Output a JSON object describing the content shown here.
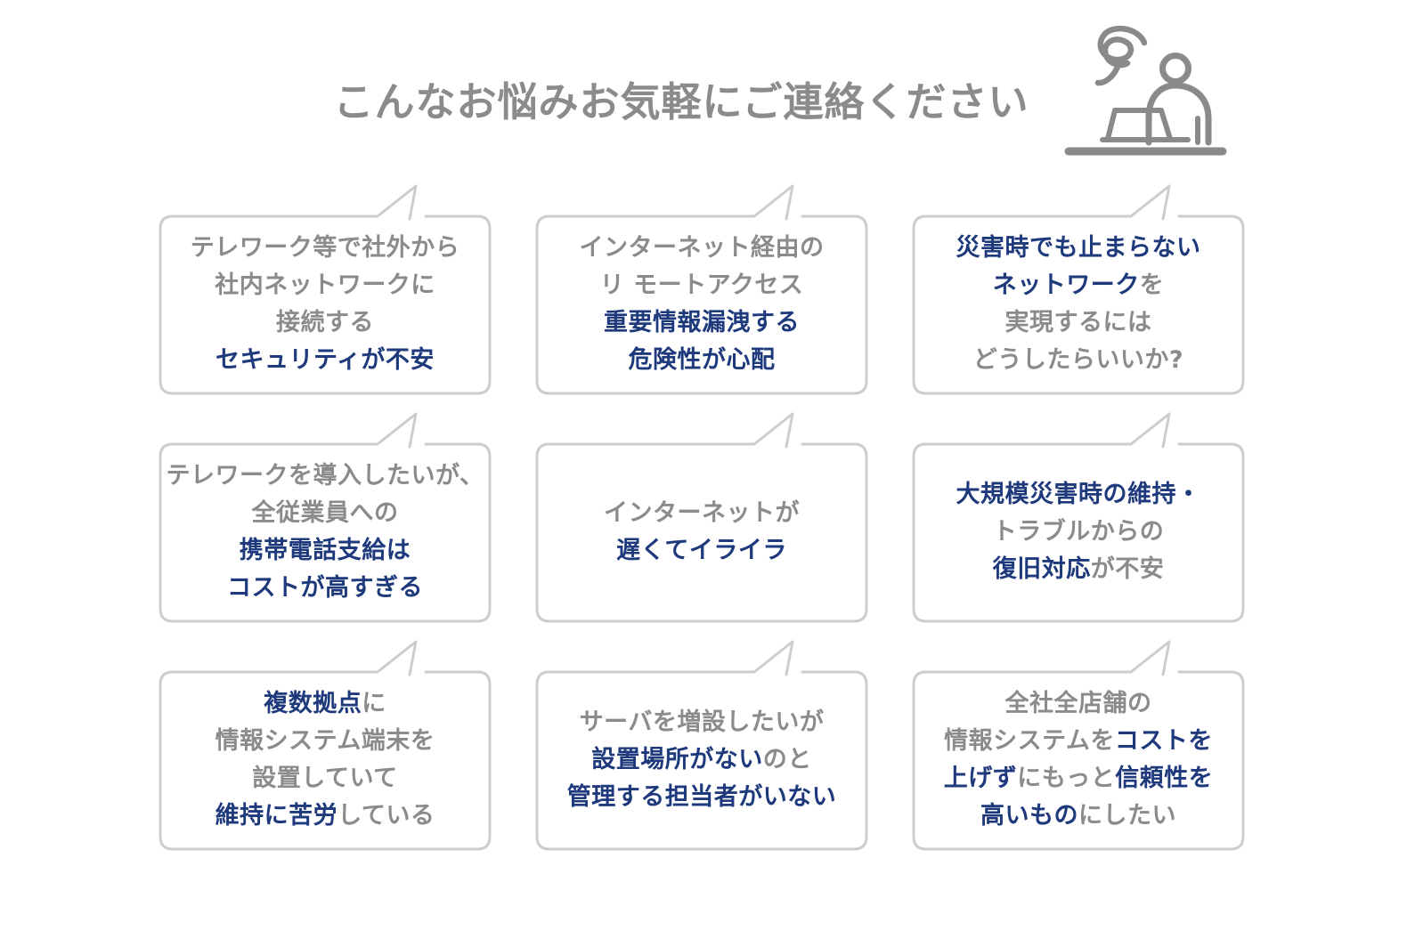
{
  "header": {
    "title": "こんなお悩みお気軽にご連絡ください"
  },
  "icon": {
    "name": "confused-person-at-laptop-icon"
  },
  "colors": {
    "background": "#ffffff",
    "text_gray": "#8b8b8b",
    "text_navy": "#1e3a7c",
    "bubble_border": "#cdcdcd",
    "icon_gray": "#8a8a8a"
  },
  "bubbles": [
    {
      "lines": [
        [
          {
            "text": "テレワーク等で社外から",
            "em": false
          }
        ],
        [
          {
            "text": "社内ネットワークに",
            "em": false
          }
        ],
        [
          {
            "text": "接続する",
            "em": false
          }
        ],
        [
          {
            "text": "セキュリティが不安",
            "em": true
          }
        ]
      ]
    },
    {
      "lines": [
        [
          {
            "text": "インターネット経由の",
            "em": false
          }
        ],
        [
          {
            "text": "リ モートアクセス",
            "em": false
          }
        ],
        [
          {
            "text": "重要情報漏洩する",
            "em": true
          }
        ],
        [
          {
            "text": "危険性が心配",
            "em": true
          }
        ]
      ]
    },
    {
      "lines": [
        [
          {
            "text": "災害時でも止まらない",
            "em": true
          }
        ],
        [
          {
            "text": "ネットワーク",
            "em": true
          },
          {
            "text": "を",
            "em": false
          }
        ],
        [
          {
            "text": "実現するには",
            "em": false
          }
        ],
        [
          {
            "text": "どうしたらいいか?",
            "em": false
          }
        ]
      ]
    },
    {
      "lines": [
        [
          {
            "text": "テレワークを導入したいが、",
            "em": false
          }
        ],
        [
          {
            "text": "全従業員への",
            "em": false
          }
        ],
        [
          {
            "text": "携帯電話支給は",
            "em": true
          }
        ],
        [
          {
            "text": "コストが高すぎる",
            "em": true
          }
        ]
      ]
    },
    {
      "lines": [
        [
          {
            "text": "インターネットが",
            "em": false
          }
        ],
        [
          {
            "text": "遅くてイライラ",
            "em": true
          }
        ]
      ]
    },
    {
      "lines": [
        [
          {
            "text": "大規模災害時の維持・",
            "em": true
          }
        ],
        [
          {
            "text": "トラブルからの",
            "em": false
          }
        ],
        [
          {
            "text": "復旧対応",
            "em": true
          },
          {
            "text": "が不安",
            "em": false
          }
        ]
      ]
    },
    {
      "lines": [
        [
          {
            "text": "複数拠点",
            "em": true
          },
          {
            "text": "に",
            "em": false
          }
        ],
        [
          {
            "text": "情報システム端末を",
            "em": false
          }
        ],
        [
          {
            "text": "設置していて",
            "em": false
          }
        ],
        [
          {
            "text": "維持に苦労",
            "em": true
          },
          {
            "text": "している",
            "em": false
          }
        ]
      ]
    },
    {
      "lines": [
        [
          {
            "text": "サーバを増設したいが",
            "em": false
          }
        ],
        [
          {
            "text": "設置場所がない",
            "em": true
          },
          {
            "text": "のと",
            "em": false
          }
        ],
        [
          {
            "text": "管理する担当者がいない",
            "em": true
          }
        ]
      ]
    },
    {
      "lines": [
        [
          {
            "text": "全社全店舗の",
            "em": false
          }
        ],
        [
          {
            "text": "情報システムを",
            "em": false
          },
          {
            "text": "コストを",
            "em": true
          }
        ],
        [
          {
            "text": "上げず",
            "em": true
          },
          {
            "text": "にもっと",
            "em": false
          },
          {
            "text": "信頼性を",
            "em": true
          }
        ],
        [
          {
            "text": "高いもの",
            "em": true
          },
          {
            "text": "にしたい",
            "em": false
          }
        ]
      ]
    }
  ]
}
